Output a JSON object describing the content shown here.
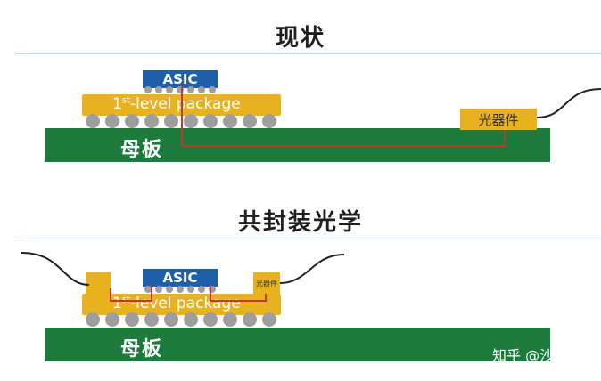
{
  "top": {
    "title": "现状",
    "asic_label": "ASIC",
    "package_label_prefix": "1",
    "package_label_sup": "st",
    "package_label_suffix": "-level package",
    "board_label": "母板",
    "optic_label": "光器件"
  },
  "bottom": {
    "title": "共封装光学",
    "asic_label": "ASIC",
    "package_label_prefix": "1",
    "package_label_sup": "st",
    "package_label_suffix": "-level package",
    "board_label": "母板",
    "optic_label": "光器件"
  },
  "watermark": "知乎 @沙海",
  "colors": {
    "board": "#1c7a3c",
    "package": "#e8b21e",
    "asic": "#1f5ea8",
    "trace": "#c0392b",
    "solder_ball": "#9e9e9e",
    "separator": "#bfe0ea"
  }
}
